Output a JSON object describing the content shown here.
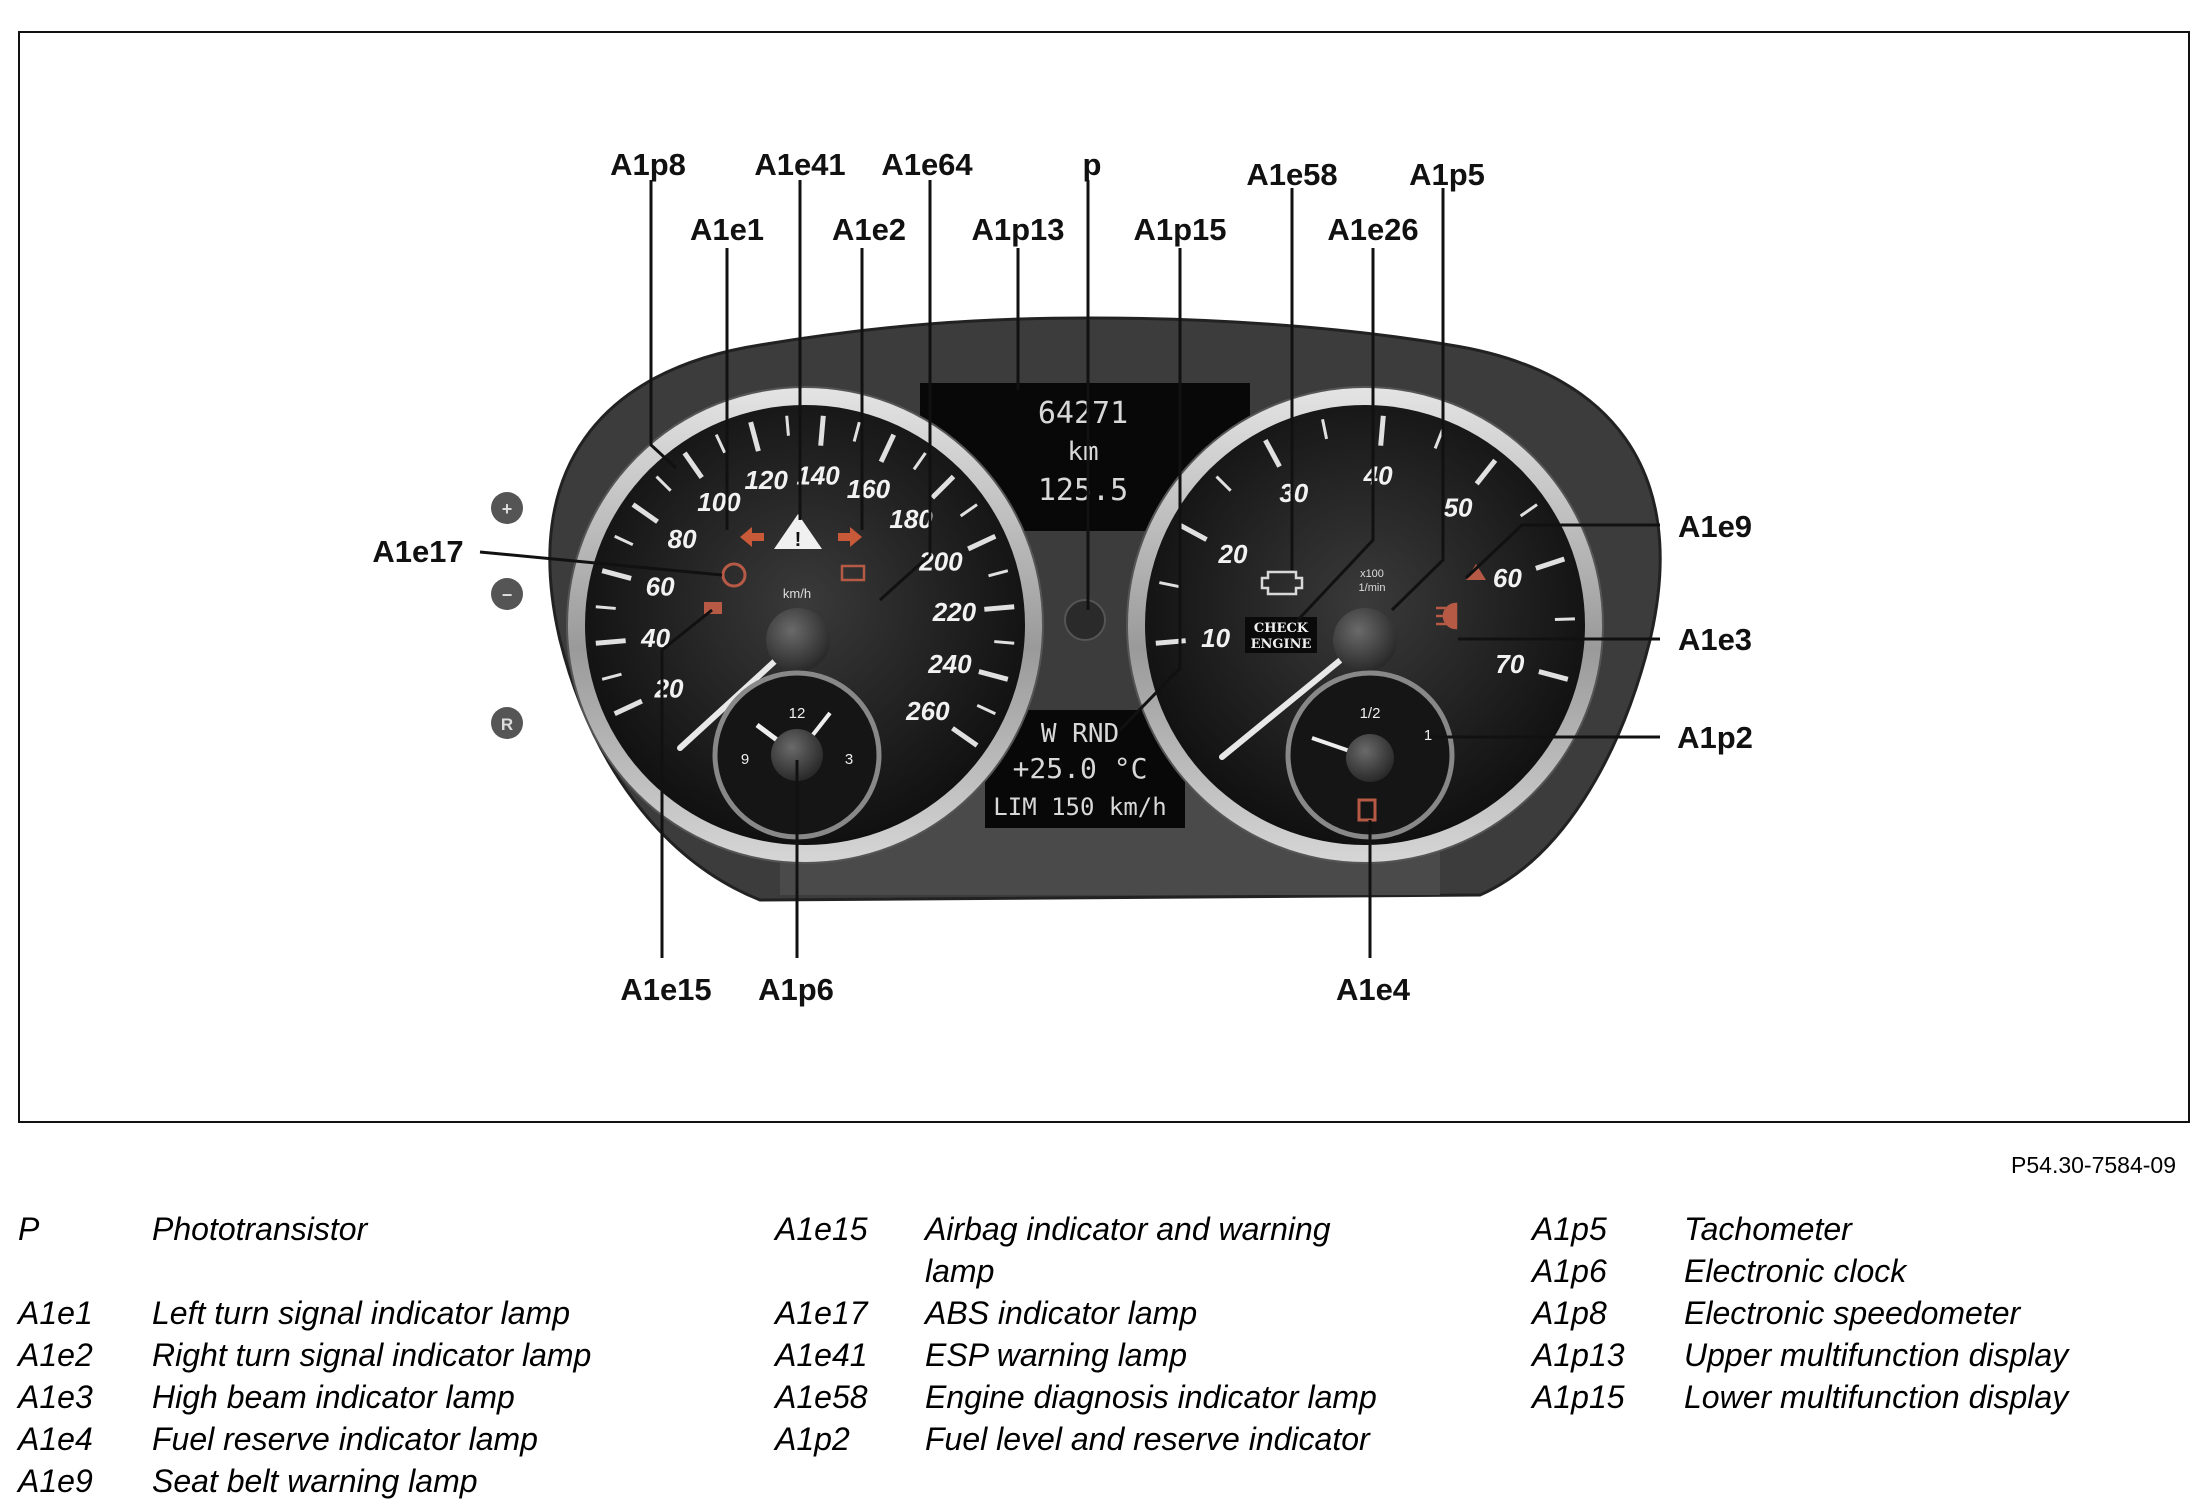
{
  "callouts": {
    "A1p8": "A1p8",
    "A1e41": "A1e41",
    "A1e64": "A1e64",
    "p": "p",
    "A1e1": "A1e1",
    "A1e2": "A1e2",
    "A1p13": "A1p13",
    "A1p15": "A1p15",
    "A1e58": "A1e58",
    "A1p5": "A1p5",
    "A1e26": "A1e26",
    "A1e17": "A1e17",
    "A1e9": "A1e9",
    "A1e3": "A1e3",
    "A1p2": "A1p2",
    "A1e15": "A1e15",
    "A1p6": "A1p6",
    "A1e4": "A1e4"
  },
  "speedometer": {
    "unit": "km/h",
    "scale": [
      "20",
      "40",
      "60",
      "80",
      "100",
      "120",
      "140",
      "160",
      "180",
      "200",
      "220",
      "240",
      "260"
    ]
  },
  "tachometer": {
    "unit_line1": "x100",
    "unit_line2": "1/min",
    "scale": [
      "10",
      "20",
      "30",
      "40",
      "50",
      "60",
      "70"
    ]
  },
  "clock": {
    "marks": [
      "12",
      "3",
      "9"
    ]
  },
  "fuel_gauge": {
    "marks": [
      "1/2",
      "1"
    ]
  },
  "check_engine": {
    "line1": "CHECK",
    "line2": "ENGINE"
  },
  "upper_display": {
    "line1": "64271",
    "line2": "km",
    "line3": "125.5"
  },
  "lower_display": {
    "line1": "W RND",
    "line2": "+25.0 °C",
    "line3": "LIM 150 km/h"
  },
  "buttons": {
    "plus": "+",
    "minus": "−",
    "reset": "R"
  },
  "figure_code": "P54.30-7584-09",
  "legend": {
    "col1": [
      {
        "code": "P",
        "desc": "Phototransistor"
      },
      {
        "code": "A1e1",
        "desc": "Left turn signal indicator lamp"
      },
      {
        "code": "A1e2",
        "desc": "Right turn signal indicator lamp"
      },
      {
        "code": "A1e3",
        "desc": "High beam indicator lamp"
      },
      {
        "code": "A1e4",
        "desc": "Fuel reserve indicator lamp"
      },
      {
        "code": "A1e9",
        "desc": "Seat belt warning lamp"
      }
    ],
    "col2": [
      {
        "code": "A1e15",
        "desc": "Airbag indicator and warning",
        "desc2": "lamp"
      },
      {
        "code": "A1e17",
        "desc": "ABS indicator lamp"
      },
      {
        "code": "A1e41",
        "desc": "ESP warning lamp"
      },
      {
        "code": "A1e58",
        "desc": "Engine diagnosis indicator lamp"
      },
      {
        "code": "A1p2",
        "desc": "Fuel level and reserve indicator"
      }
    ],
    "col3": [
      {
        "code": "A1p5",
        "desc": "Tachometer"
      },
      {
        "code": "A1p6",
        "desc": "Electronic clock"
      },
      {
        "code": "A1p8",
        "desc": "Electronic speedometer"
      },
      {
        "code": "A1p13",
        "desc": "Upper multifunction display"
      },
      {
        "code": "A1p15",
        "desc": "Lower multifunction display"
      }
    ]
  }
}
